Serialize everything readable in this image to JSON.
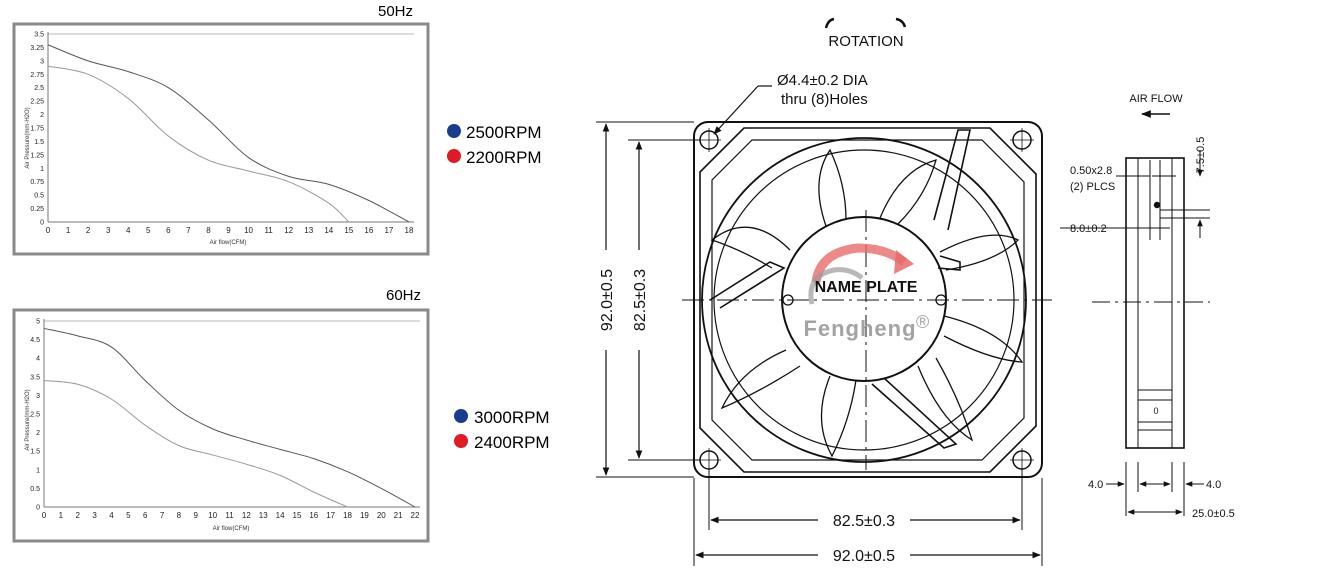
{
  "charts": {
    "top": {
      "freq": "50Hz",
      "xlabel": "Air flow(CFM)",
      "ylabel": "Air Pressure(mm-H2O)",
      "xticks": [
        "0",
        "1",
        "2",
        "3",
        "4",
        "5",
        "6",
        "7",
        "8",
        "9",
        "10",
        "11",
        "12",
        "13",
        "14",
        "15",
        "16",
        "17",
        "18"
      ],
      "yticks": [
        "0",
        "0.25",
        "0.5",
        "0.75",
        "1",
        "1.25",
        "1.5",
        "1.75",
        "2",
        "2.25",
        "2.5",
        "2.75",
        "3",
        "3.25",
        "3.5"
      ],
      "legend": [
        {
          "label": "2500RPM",
          "color": "#1a3c8c"
        },
        {
          "label": "2200RPM",
          "color": "#e01b24"
        }
      ]
    },
    "bottom": {
      "freq": "60Hz",
      "xlabel": "Air flow(CFM)",
      "ylabel": "Air Pressure(mm-H2O)",
      "xticks": [
        "0",
        "1",
        "2",
        "3",
        "4",
        "5",
        "6",
        "7",
        "8",
        "9",
        "10",
        "11",
        "12",
        "13",
        "14",
        "15",
        "16",
        "17",
        "18",
        "19",
        "20",
        "21",
        "22"
      ],
      "yticks": [
        "0",
        "0.5",
        "1",
        "1.5",
        "2",
        "2.5",
        "3",
        "3.5",
        "4",
        "4.5",
        "5"
      ],
      "legend": [
        {
          "label": "3000RPM",
          "color": "#1a3c8c"
        },
        {
          "label": "2400RPM",
          "color": "#e01b24"
        }
      ]
    }
  },
  "chart_data": [
    {
      "type": "line",
      "title": "50Hz",
      "xlabel": "Air flow(CFM)",
      "ylabel": "Air Pressure(mm-H2O)",
      "xlim": [
        0,
        18
      ],
      "ylim": [
        0,
        3.5
      ],
      "series": [
        {
          "name": "2500RPM",
          "x": [
            0,
            2,
            4,
            6,
            8,
            10,
            12,
            14,
            16,
            18
          ],
          "y": [
            3.3,
            3.0,
            2.8,
            2.5,
            1.9,
            1.2,
            0.85,
            0.7,
            0.4,
            0
          ]
        },
        {
          "name": "2200RPM",
          "x": [
            0,
            2,
            4,
            6,
            8,
            10,
            12,
            14,
            15
          ],
          "y": [
            2.9,
            2.75,
            2.3,
            1.6,
            1.15,
            0.95,
            0.75,
            0.35,
            0
          ]
        }
      ]
    },
    {
      "type": "line",
      "title": "60Hz",
      "xlabel": "Air flow(CFM)",
      "ylabel": "Air Pressure(mm-H2O)",
      "xlim": [
        0,
        22
      ],
      "ylim": [
        0,
        5
      ],
      "series": [
        {
          "name": "3000RPM",
          "x": [
            0,
            2,
            4,
            6,
            8,
            10,
            12,
            14,
            16,
            18,
            20,
            22
          ],
          "y": [
            4.8,
            4.6,
            4.3,
            3.4,
            2.6,
            2.1,
            1.8,
            1.55,
            1.3,
            0.95,
            0.5,
            0
          ]
        },
        {
          "name": "2400RPM",
          "x": [
            0,
            2,
            4,
            6,
            8,
            10,
            12,
            14,
            16,
            18
          ],
          "y": [
            3.4,
            3.3,
            2.9,
            2.2,
            1.65,
            1.4,
            1.15,
            0.85,
            0.4,
            0
          ]
        }
      ]
    }
  ],
  "drawing": {
    "rotation_label": "ROTATION",
    "hole_label_1": "Ø4.4±0.2 DIA",
    "hole_label_2": "thru (8)Holes",
    "name_plate": "NAME PLATE",
    "brand": "Fengheng",
    "reg": "®",
    "dim_h_inner": "82.5±0.3",
    "dim_h_outer": "92.0±0.5",
    "dim_v_outer": "92.0±0.5",
    "dim_v_inner": "82.5±0.3",
    "airflow_label": "AIR FLOW",
    "terminal_1": "0.50x2.8",
    "terminal_2": "(2) PLCS",
    "dim_side_top": "7.5±0.5",
    "dim_side_8": "8.0±0.2",
    "dim_side_4l": "4.0",
    "dim_side_4r": "4.0",
    "dim_side_depth": "25.0±0.5",
    "side_mark": "0"
  }
}
